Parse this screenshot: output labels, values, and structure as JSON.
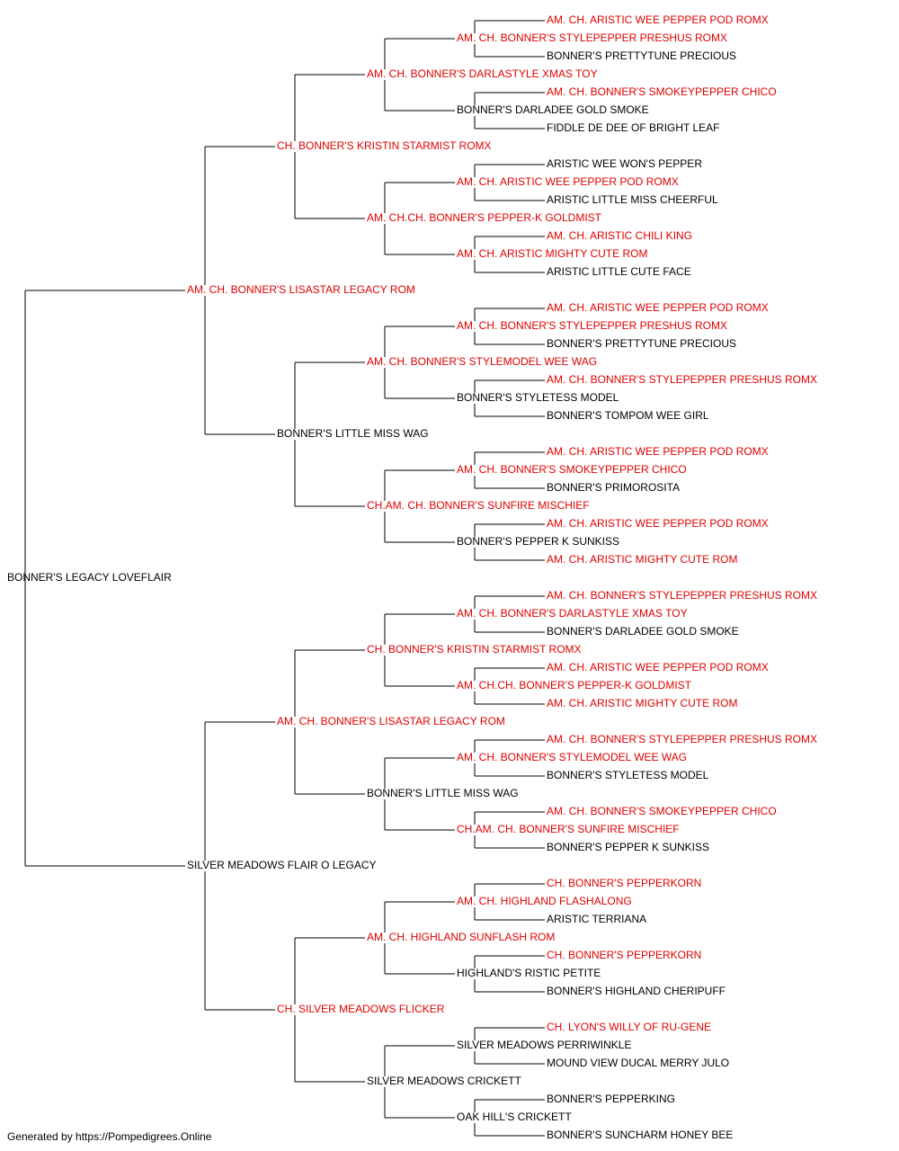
{
  "colors": {
    "champion": "#e00000",
    "normal": "#000000"
  },
  "tree": {
    "name": "BONNER'S LEGACY LOVEFLAIR",
    "ch": false,
    "sire": {
      "name": "AM. CH. BONNER'S LISASTAR LEGACY ROM",
      "ch": true,
      "sire": {
        "name": "CH. BONNER'S KRISTIN STARMIST ROMX",
        "ch": true,
        "sire": {
          "name": "AM. CH. BONNER'S DARLASTYLE XMAS TOY",
          "ch": true,
          "sire": {
            "name": "AM. CH. BONNER'S STYLEPEPPER PRESHUS ROMX",
            "ch": true,
            "sire": {
              "name": "AM. CH. ARISTIC WEE PEPPER POD ROMX",
              "ch": true
            },
            "dam": {
              "name": "BONNER'S PRETTYTUNE PRECIOUS",
              "ch": false
            }
          },
          "dam": {
            "name": "BONNER'S DARLADEE GOLD SMOKE",
            "ch": false,
            "sire": {
              "name": "AM. CH. BONNER'S SMOKEYPEPPER CHICO",
              "ch": true
            },
            "dam": {
              "name": "FIDDLE DE DEE OF BRIGHT LEAF",
              "ch": false
            }
          }
        },
        "dam": {
          "name": "AM. CH.CH. BONNER'S PEPPER-K GOLDMIST",
          "ch": true,
          "sire": {
            "name": "AM. CH. ARISTIC WEE PEPPER POD ROMX",
            "ch": true,
            "sire": {
              "name": "ARISTIC WEE WON'S PEPPER",
              "ch": false
            },
            "dam": {
              "name": "ARISTIC LITTLE MISS CHEERFUL",
              "ch": false
            }
          },
          "dam": {
            "name": "AM. CH. ARISTIC MIGHTY CUTE ROM",
            "ch": true,
            "sire": {
              "name": "AM. CH. ARISTIC CHILI KING",
              "ch": true
            },
            "dam": {
              "name": "ARISTIC LITTLE CUTE FACE",
              "ch": false
            }
          }
        }
      },
      "dam": {
        "name": "BONNER'S LITTLE MISS WAG",
        "ch": false,
        "sire": {
          "name": "AM. CH. BONNER'S STYLEMODEL WEE WAG",
          "ch": true,
          "sire": {
            "name": "AM. CH. BONNER'S STYLEPEPPER PRESHUS ROMX",
            "ch": true,
            "sire": {
              "name": "AM. CH. ARISTIC WEE PEPPER POD ROMX",
              "ch": true
            },
            "dam": {
              "name": "BONNER'S PRETTYTUNE PRECIOUS",
              "ch": false
            }
          },
          "dam": {
            "name": "BONNER'S STYLETESS MODEL",
            "ch": false,
            "sire": {
              "name": "AM. CH. BONNER'S STYLEPEPPER PRESHUS ROMX",
              "ch": true
            },
            "dam": {
              "name": "BONNER'S TOMPOM WEE GIRL",
              "ch": false
            }
          }
        },
        "dam": {
          "name": "CH.AM. CH. BONNER'S SUNFIRE MISCHIEF",
          "ch": true,
          "sire": {
            "name": "AM. CH. BONNER'S SMOKEYPEPPER CHICO",
            "ch": true,
            "sire": {
              "name": "AM. CH. ARISTIC WEE PEPPER POD ROMX",
              "ch": true
            },
            "dam": {
              "name": "BONNER'S PRIMOROSITA",
              "ch": false
            }
          },
          "dam": {
            "name": "BONNER'S PEPPER K SUNKISS",
            "ch": false,
            "sire": {
              "name": "AM. CH. ARISTIC WEE PEPPER POD ROMX",
              "ch": true
            },
            "dam": {
              "name": "AM. CH. ARISTIC MIGHTY CUTE ROM",
              "ch": true
            }
          }
        }
      }
    },
    "dam": {
      "name": "SILVER MEADOWS FLAIR O LEGACY",
      "ch": false,
      "sire": {
        "name": "AM. CH. BONNER'S LISASTAR LEGACY ROM",
        "ch": true,
        "sire": {
          "name": "CH. BONNER'S KRISTIN STARMIST ROMX",
          "ch": true,
          "sire": {
            "name": "AM. CH. BONNER'S DARLASTYLE XMAS TOY",
            "ch": true,
            "sire": {
              "name": "AM. CH. BONNER'S STYLEPEPPER PRESHUS ROMX",
              "ch": true
            },
            "dam": {
              "name": "BONNER'S DARLADEE GOLD SMOKE",
              "ch": false
            }
          },
          "dam": {
            "name": "AM. CH.CH. BONNER'S PEPPER-K GOLDMIST",
            "ch": true,
            "sire": {
              "name": "AM. CH. ARISTIC WEE PEPPER POD ROMX",
              "ch": true
            },
            "dam": {
              "name": "AM. CH. ARISTIC MIGHTY CUTE ROM",
              "ch": true
            }
          }
        },
        "dam": {
          "name": "BONNER'S LITTLE MISS WAG",
          "ch": false,
          "sire": {
            "name": "AM. CH. BONNER'S STYLEMODEL WEE WAG",
            "ch": true,
            "sire": {
              "name": "AM. CH. BONNER'S STYLEPEPPER PRESHUS ROMX",
              "ch": true
            },
            "dam": {
              "name": "BONNER'S STYLETESS MODEL",
              "ch": false
            }
          },
          "dam": {
            "name": "CH.AM. CH. BONNER'S SUNFIRE MISCHIEF",
            "ch": true,
            "sire": {
              "name": "AM. CH. BONNER'S SMOKEYPEPPER CHICO",
              "ch": true
            },
            "dam": {
              "name": "BONNER'S PEPPER K SUNKISS",
              "ch": false
            }
          }
        }
      },
      "dam": {
        "name": "CH. SILVER MEADOWS FLICKER",
        "ch": true,
        "sire": {
          "name": "AM. CH. HIGHLAND SUNFLASH ROM",
          "ch": true,
          "sire": {
            "name": "AM. CH. HIGHLAND FLASHALONG",
            "ch": true,
            "sire": {
              "name": "CH. BONNER'S PEPPERKORN",
              "ch": true
            },
            "dam": {
              "name": "ARISTIC TERRIANA",
              "ch": false
            }
          },
          "dam": {
            "name": "HIGHLAND'S RISTIC PETITE",
            "ch": false,
            "sire": {
              "name": "CH. BONNER'S PEPPERKORN",
              "ch": true
            },
            "dam": {
              "name": "BONNER'S HIGHLAND CHERIPUFF",
              "ch": false
            }
          }
        },
        "dam": {
          "name": "SILVER MEADOWS CRICKETT",
          "ch": false,
          "sire": {
            "name": "SILVER MEADOWS PERRIWINKLE",
            "ch": false,
            "sire": {
              "name": "CH. LYON'S WILLY OF RU-GENE",
              "ch": true
            },
            "dam": {
              "name": "MOUND VIEW DUCAL MERRY JULO",
              "ch": false
            }
          },
          "dam": {
            "name": "OAK HILL'S CRICKETT",
            "ch": false,
            "sire": {
              "name": "BONNER'S PEPPERKING",
              "ch": false
            },
            "dam": {
              "name": "BONNER'S SUNCHARM HONEY BEE",
              "ch": false
            }
          }
        }
      }
    }
  },
  "footer": {
    "text": "Generated by https://Pompedigrees.Online"
  }
}
